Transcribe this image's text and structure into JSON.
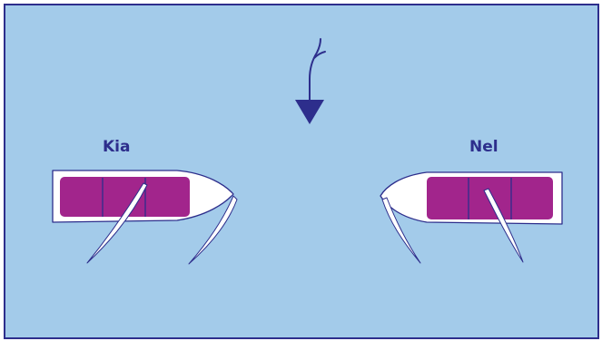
{
  "boats": [
    {
      "label": "Kia",
      "facing": "right"
    },
    {
      "label": "Nel",
      "facing": "left"
    }
  ],
  "wind": {
    "icon": "wind-arrow-icon",
    "direction": "down"
  },
  "colors": {
    "water": "#a3cbea",
    "border": "#2d2e8c",
    "hull": "#ffffff",
    "cockpit": "#a2258c",
    "ink": "#2d2e8c"
  }
}
